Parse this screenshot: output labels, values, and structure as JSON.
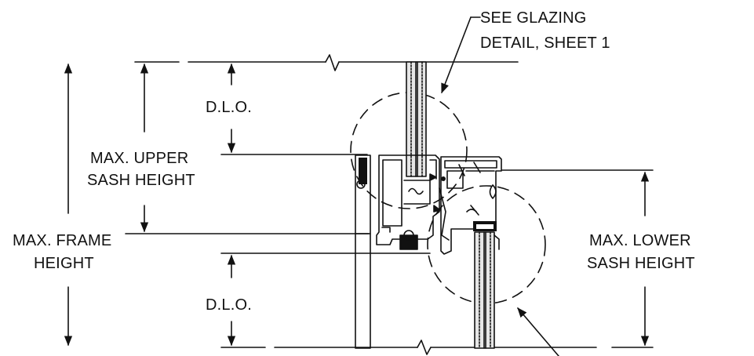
{
  "callout": {
    "line1": "SEE GLAZING",
    "line2": "DETAIL, SHEET 1"
  },
  "dimensions": {
    "dlo_upper": "D.L.O.",
    "dlo_lower": "D.L.O.",
    "upper_sash": {
      "line1": "MAX. UPPER",
      "line2": "SASH HEIGHT"
    },
    "frame": {
      "line1": "MAX. FRAME",
      "line2": "HEIGHT"
    },
    "lower_sash": {
      "line1": "MAX. LOWER",
      "line2": "SASH HEIGHT"
    }
  },
  "colors": {
    "ink": "#111111",
    "background": "#ffffff",
    "glass_fill": "#e6e6e6"
  }
}
